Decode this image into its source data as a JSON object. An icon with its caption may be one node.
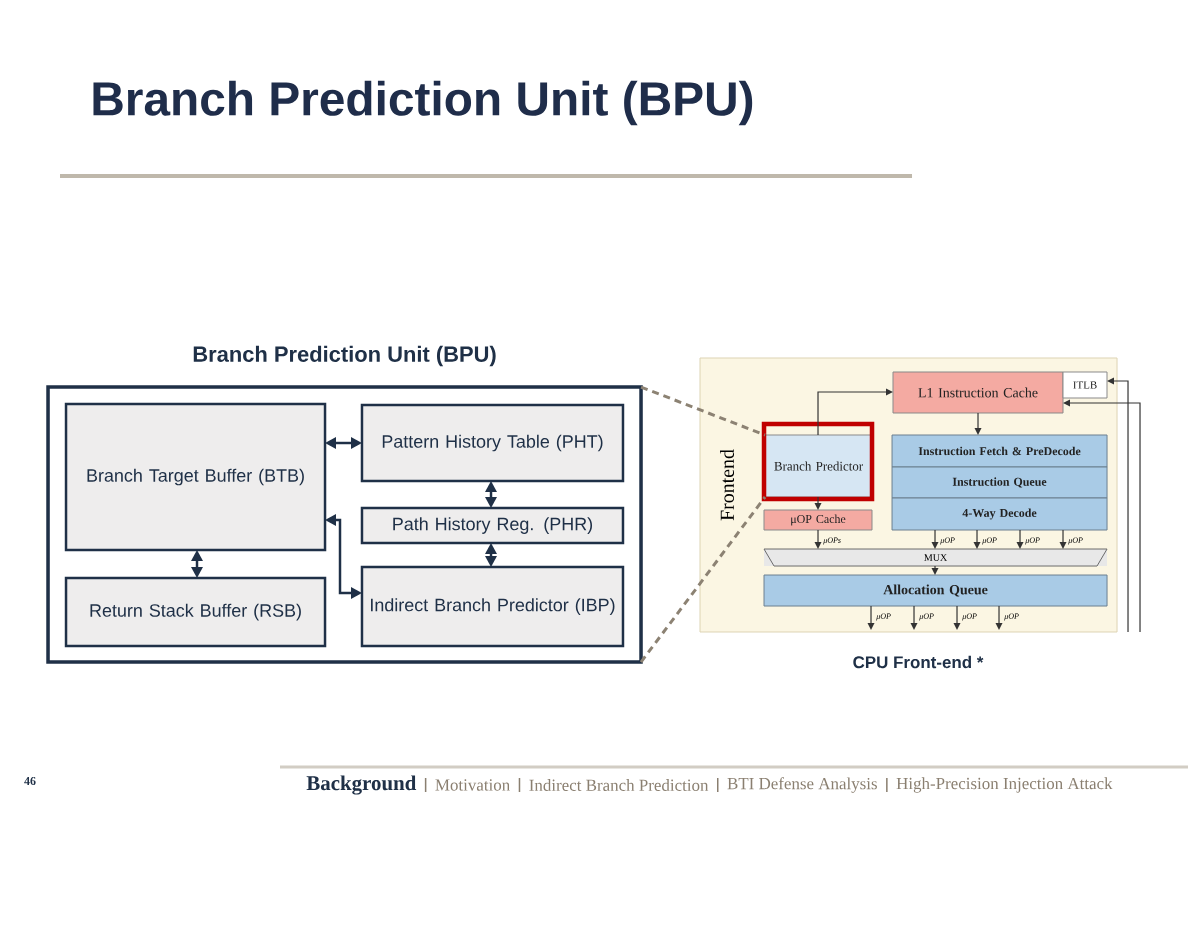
{
  "diagram": {
    "title": "Branch Prediction Unit (BPU)",
    "nodes": [
      {
        "text": [
          "Branch Prediction Unit (BPU)"
        ]
      },
      {
        "text": [
          "Branch Target Buffer (BTB)"
        ],
        "in": 0
      },
      {
        "text": [
          "Pattern History Table (PHT)"
        ],
        "in": 0
      },
      {
        "text": [
          "Path History Reg. (PHR)"
        ],
        "in": 0
      },
      {
        "text": [
          "Indirect Branch Predictor (IBP)"
        ],
        "in": 0
      },
      {
        "text": [
          "Return Stack Buffer (RSB)"
        ],
        "in": 0
      },
      {
        "text": [
          "Frontend"
        ]
      },
      {
        "text": [
          "L1 Instruction Cache"
        ],
        "in": 6
      },
      {
        "text": [
          "ITLB"
        ],
        "in": 6
      },
      {
        "text": [
          "Branch Predictor"
        ],
        "in": 6
      },
      {
        "text": [
          "μOP Cache"
        ],
        "in": 6
      },
      {
        "text": [
          "Instruction Fetch & PreDecode"
        ],
        "in": 6
      },
      {
        "text": [
          "Instruction Queue"
        ],
        "in": 6
      },
      {
        "text": [
          "4-Way Decode"
        ],
        "in": 6
      },
      {
        "text": [
          "MUX"
        ],
        "in": 6
      },
      {
        "text": [
          "Allocation Queue"
        ],
        "in": 6
      }
    ],
    "edges": [
      {
        "from": 1,
        "to": 2,
        "arrow": "both",
        "color": "#1f3047"
      },
      {
        "from": 2,
        "to": 3,
        "arrow": "both",
        "color": "#1f3047"
      },
      {
        "from": 3,
        "to": 4,
        "arrow": "both",
        "color": "#1f3047"
      },
      {
        "from": 1,
        "to": 5,
        "arrow": "both",
        "color": "#1f3047"
      },
      {
        "from": 4,
        "to": 1,
        "arrow": "both",
        "color": "#1f3047"
      },
      {
        "from": 0,
        "to": 9,
        "arrow": "none",
        "style": "dashed",
        "color": "#8c8273"
      },
      {
        "from": 0,
        "to": 9,
        "arrow": "none",
        "style": "dashed",
        "color": "#8c8273"
      },
      {
        "from": 9,
        "to": 7,
        "arrow": "to"
      },
      {
        "from": 7,
        "to": 11,
        "arrow": "to"
      },
      {
        "from": 9,
        "to": 10,
        "arrow": "to"
      },
      {
        "from": 10,
        "to": 14,
        "arrow": "to",
        "label": "μOPs"
      },
      {
        "from": 13,
        "to": 14,
        "arrow": "to",
        "label": "μOP"
      },
      {
        "from": 13,
        "to": 14,
        "arrow": "to",
        "label": "μOP"
      },
      {
        "from": 13,
        "to": 14,
        "arrow": "to",
        "label": "μOP"
      },
      {
        "from": 13,
        "to": 14,
        "arrow": "to",
        "label": "μOP"
      },
      {
        "from": 14,
        "to": 15,
        "arrow": "to"
      },
      {
        "from": 15,
        "to": null,
        "arrow": "to",
        "label": "μOP"
      },
      {
        "from": 15,
        "to": null,
        "arrow": "to",
        "label": "μOP"
      },
      {
        "from": 15,
        "to": null,
        "arrow": "to",
        "label": "μOP"
      },
      {
        "from": 15,
        "to": null,
        "arrow": "to",
        "label": "μOP"
      },
      {
        "from": null,
        "to": 8,
        "arrow": "to"
      },
      {
        "from": null,
        "to": 7,
        "arrow": "to"
      }
    ],
    "labels": [
      "CPU Front-end *",
      "46",
      "Background",
      "Motivation",
      "Indirect Branch Prediction",
      "BTI Defense Analysis",
      "High-Precision Injection Attack"
    ]
  }
}
